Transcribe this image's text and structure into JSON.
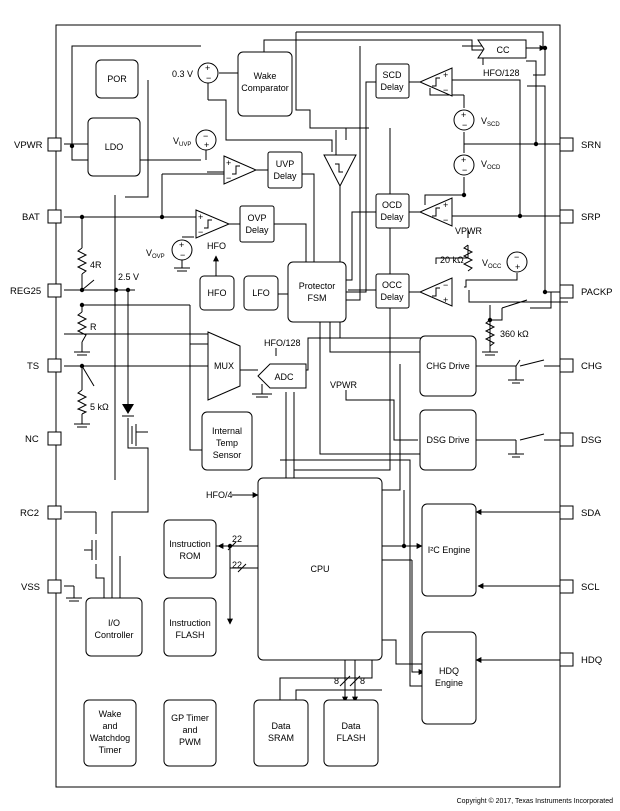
{
  "pins_left": [
    "VPWR",
    "BAT",
    "REG25",
    "TS",
    "NC",
    "RC2",
    "VSS"
  ],
  "pins_right": [
    "SRN",
    "SRP",
    "PACKP",
    "CHG",
    "DSG",
    "SDA",
    "SCL",
    "HDQ"
  ],
  "blocks": {
    "por": "POR",
    "ldo": "LDO",
    "wake_comp": [
      "Wake",
      "Comparator"
    ],
    "cc": "CC",
    "scd_delay": [
      "SCD",
      "Delay"
    ],
    "uvp_delay": [
      "UVP",
      "Delay"
    ],
    "ovp_delay": [
      "OVP",
      "Delay"
    ],
    "ocd_delay": [
      "OCD",
      "Delay"
    ],
    "occ_delay": [
      "OCC",
      "Delay"
    ],
    "hfo": "HFO",
    "lfo": "LFO",
    "protector": [
      "Protector",
      "FSM"
    ],
    "mux": "MUX",
    "adc": "ADC",
    "chg_drive": "CHG Drive",
    "dsg_drive": "DSG Drive",
    "temp_sensor": [
      "Internal",
      "Temp",
      "Sensor"
    ],
    "cpu": "CPU",
    "instr_rom": [
      "Instruction",
      "ROM"
    ],
    "instr_flash": [
      "Instruction",
      "FLASH"
    ],
    "i2c": "I²C Engine",
    "io_ctrl": [
      "I/O",
      "Controller"
    ],
    "hdq_engine": [
      "HDQ",
      "Engine"
    ],
    "wake_wdt": [
      "Wake",
      "and",
      "Watchdog",
      "Timer"
    ],
    "gp_timer": [
      "GP Timer",
      "and",
      "PWM"
    ],
    "data_sram": [
      "Data",
      "SRAM"
    ],
    "data_flash": [
      "Data",
      "FLASH"
    ]
  },
  "labels": {
    "v03": "0.3 V",
    "vuvp": "V",
    "vuvp_sub": "UVP",
    "vovp": "V",
    "vovp_sub": "OVP",
    "vscd": "V",
    "vscd_sub": "SCD",
    "vocd": "V",
    "vocd_sub": "OCD",
    "vocc": "V",
    "vocc_sub": "OCC",
    "hfo128_cc": "HFO/128",
    "hfo128_adc": "HFO/128",
    "hfo_in": "HFO",
    "hfo4": "HFO/4",
    "vpwr1": "VPWR",
    "vpwr2": "VPWR",
    "r20k": "20 kΩ",
    "r360": "360 kΩ",
    "r4r": "4R",
    "rr": "R",
    "r5k": "5 kΩ",
    "v25": "2.5 V",
    "bus22a": "22",
    "bus22b": "22",
    "bus8a": "8",
    "bus8b": "8",
    "copyright": "Copyright © 2017, Texas Instruments Incorporated"
  }
}
